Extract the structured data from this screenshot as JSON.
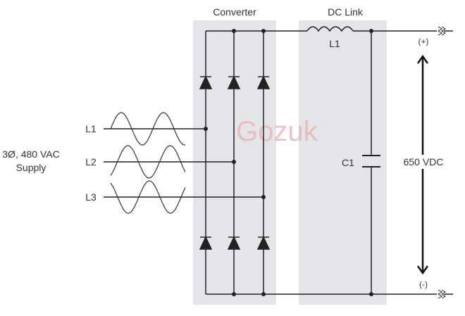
{
  "sections": {
    "converter": "Converter",
    "dc_link": "DC Link"
  },
  "supply": {
    "line1": "3Ø, 480 VAC",
    "line2": "Supply",
    "phases": [
      "L1",
      "L2",
      "L3"
    ]
  },
  "components": {
    "inductor": "L1",
    "capacitor": "C1"
  },
  "output": {
    "positive": "(+)",
    "negative": "(-)",
    "voltage": "650 VDC"
  },
  "watermark": "Gozuk",
  "colors": {
    "panel": "#e4e5e8",
    "line": "#222222",
    "watermark": "#e8b4b4"
  }
}
